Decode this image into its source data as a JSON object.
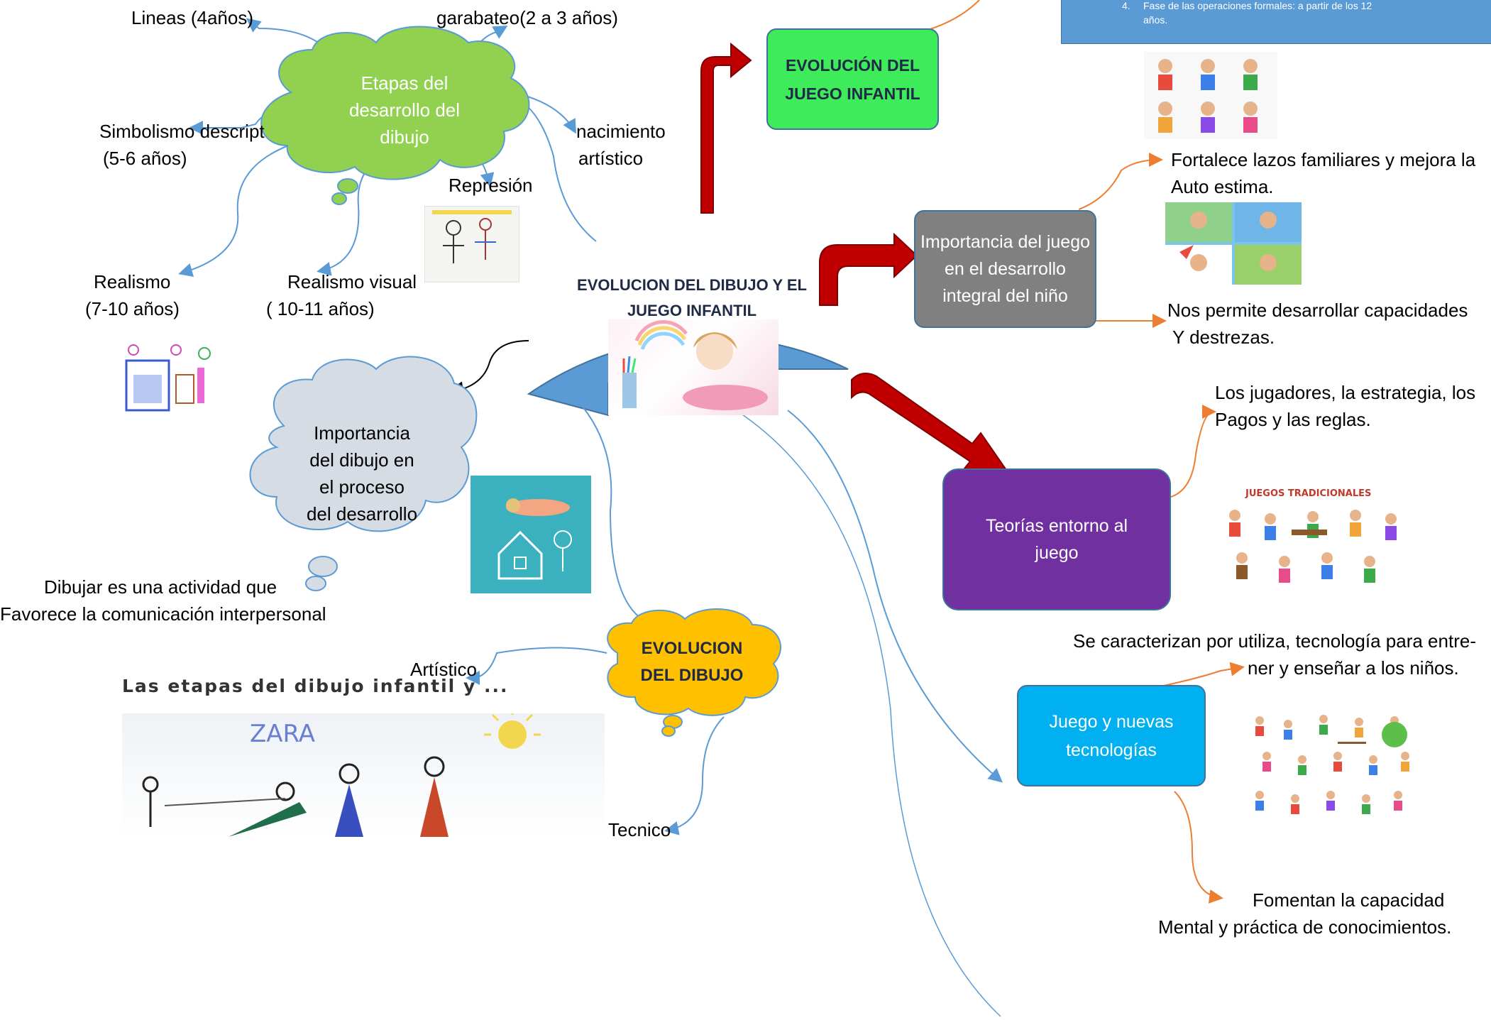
{
  "colors": {
    "blue_connector": "#5B9BD5",
    "orange_connector": "#ED7D31",
    "red_arrow": "#C00000",
    "green_box": "#3EEB5A",
    "gray_box": "#808080",
    "purple_box": "#7030A0",
    "cyan_box": "#00B0F0",
    "green_cloud": "#92D050",
    "gray_cloud": "#D6DCE4",
    "orange_cloud": "#FFC000",
    "center_arc": "#5B9BD5",
    "note_box": "#5B9BD5"
  },
  "center": {
    "title": "EVOLUCION DEL DIBUJO Y EL JUEGO INFANTIL"
  },
  "note": {
    "number": "4.",
    "text_line1": "Fase de las operaciones formales: a partir de los 12",
    "text_line2": "años."
  },
  "etapas": {
    "cloud_title": "Etapas del desarrollo del dibujo",
    "line1": "Etapas del",
    "line2": "desarrollo del",
    "line3": "dibujo",
    "lineas": "Lineas (4años)",
    "garabateo": "garabateo(2 a 3 años)",
    "simbolismo": "Simbolismo descript",
    "simbolismo_age": "(5-6 años)",
    "nacimiento": "nacimiento",
    "nacimiento2": "artístico",
    "represion": "Represión",
    "realismo": "Realismo",
    "realismo_age": "(7-10 años)",
    "realismo_visual": "Realismo visual",
    "realismo_visual_age": "( 10-11 años)"
  },
  "importancia_dibujo": {
    "line1": "Importancia",
    "line2": "del dibujo en",
    "line3": "el proceso",
    "line4": "del desarrollo",
    "note1": "Dibujar es una actividad que",
    "note2": "Favorece la comunicación interpersonal"
  },
  "evolucion_dibujo": {
    "line1": "EVOLUCION",
    "line2": "DEL DIBUJO",
    "artistico": "Artístico",
    "tecnico": "Tecnico",
    "image_caption": "Las etapas del dibujo infantil y ...",
    "image_word": "ZARA"
  },
  "evolucion_juego": {
    "line1": "EVOLUCIÓN DEL",
    "line2": "JUEGO INFANTIL"
  },
  "importancia_juego": {
    "line1": "Importancia del juego",
    "line2": "en el desarrollo",
    "line3": "integral del niño",
    "note_a1": "Fortalece lazos familiares y mejora la",
    "note_a2": "Auto estima.",
    "note_b1": "Nos permite desarrollar capacidades",
    "note_b2": "Y destrezas."
  },
  "teorias": {
    "line1": "Teorías entorno al",
    "line2": "juego",
    "note1": "Los jugadores, la estrategia, los",
    "note2": "Pagos y las reglas.",
    "image_title": "JUEGOS TRADICIONALES"
  },
  "tecnologias": {
    "line1": "Juego y nuevas",
    "line2": "tecnologías",
    "note1": "Se caracterizan por utiliza, tecnología para entre-",
    "note2": "ner y enseñar a los niños.",
    "note3": "Fomentan la capacidad",
    "note4": "Mental y práctica de conocimientos."
  }
}
